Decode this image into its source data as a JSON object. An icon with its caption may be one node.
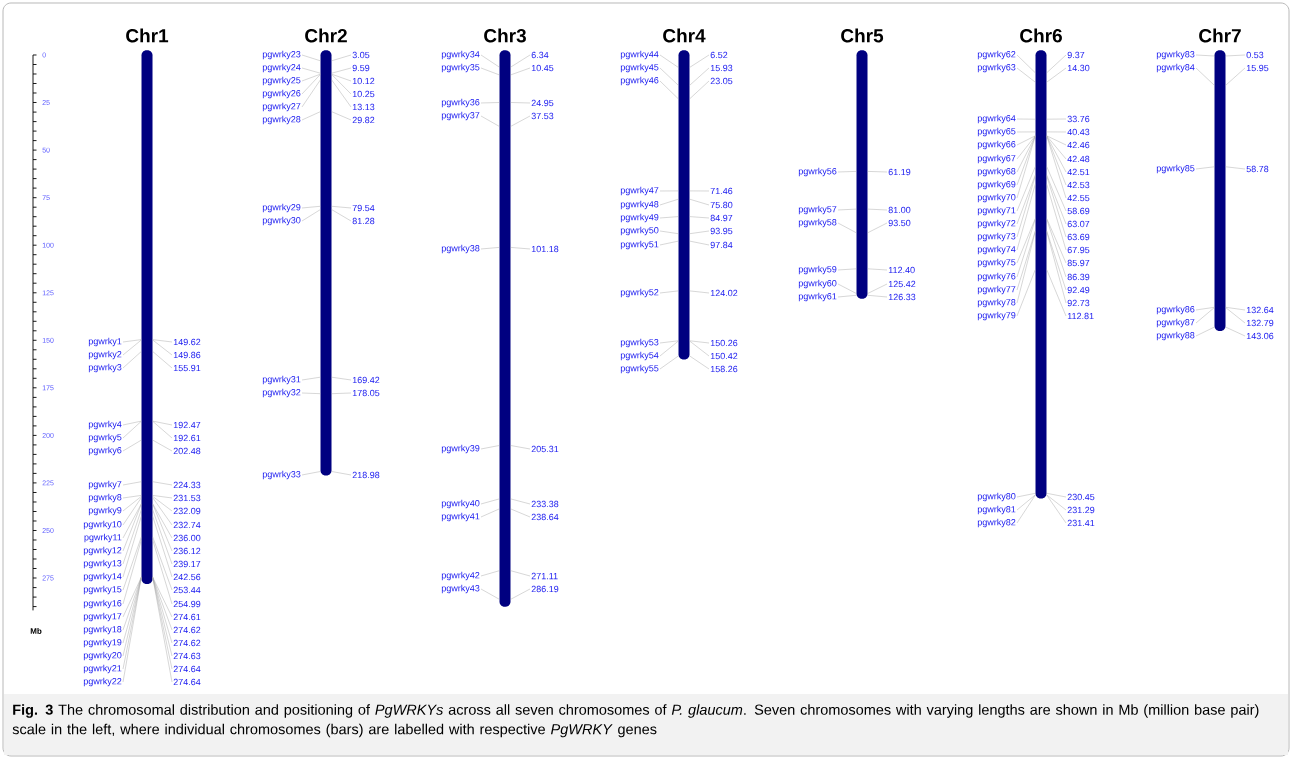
{
  "diagram": {
    "caption": "**Fig. 3** The chromosomal distribution and positioning of *PgWRKYs* across all seven chromosomes of *P. glaucum*. Seven chromosomes with varying lengths are shown in Mb (million base pair) scale in the left, where individual chromosomes (bars) are labelled with respective *PgWRKY* genes",
    "nodes": [
      {
        "text": [
          "Chr1"
        ]
      },
      {
        "text": [
          "Chr2"
        ]
      },
      {
        "text": [
          "Chr3"
        ]
      },
      {
        "text": [
          "Chr4"
        ]
      },
      {
        "text": [
          "Chr5"
        ]
      },
      {
        "text": [
          "Chr6"
        ]
      },
      {
        "text": [
          "Chr7"
        ]
      },
      {
        "text": [
          "pgwrky1"
        ]
      },
      {
        "text": [
          "149.62"
        ]
      },
      {
        "text": [
          "pgwrky2"
        ]
      },
      {
        "text": [
          "149.86"
        ]
      },
      {
        "text": [
          "pgwrky3"
        ]
      },
      {
        "text": [
          "155.91"
        ]
      },
      {
        "text": [
          "pgwrky4"
        ]
      },
      {
        "text": [
          "192.47"
        ]
      },
      {
        "text": [
          "pgwrky5"
        ]
      },
      {
        "text": [
          "192.61"
        ]
      },
      {
        "text": [
          "pgwrky6"
        ]
      },
      {
        "text": [
          "202.48"
        ]
      },
      {
        "text": [
          "pgwrky7"
        ]
      },
      {
        "text": [
          "224.33"
        ]
      },
      {
        "text": [
          "pgwrky8"
        ]
      },
      {
        "text": [
          "231.53"
        ]
      },
      {
        "text": [
          "pgwrky9"
        ]
      },
      {
        "text": [
          "232.09"
        ]
      },
      {
        "text": [
          "pgwrky10"
        ]
      },
      {
        "text": [
          "232.74"
        ]
      },
      {
        "text": [
          "pgwrky11"
        ]
      },
      {
        "text": [
          "236.00"
        ]
      },
      {
        "text": [
          "pgwrky12"
        ]
      },
      {
        "text": [
          "236.12"
        ]
      },
      {
        "text": [
          "pgwrky13"
        ]
      },
      {
        "text": [
          "239.17"
        ]
      },
      {
        "text": [
          "pgwrky14"
        ]
      },
      {
        "text": [
          "242.56"
        ]
      },
      {
        "text": [
          "pgwrky15"
        ]
      },
      {
        "text": [
          "253.44"
        ]
      },
      {
        "text": [
          "pgwrky16"
        ]
      },
      {
        "text": [
          "254.99"
        ]
      },
      {
        "text": [
          "pgwrky17"
        ]
      },
      {
        "text": [
          "274.61"
        ]
      },
      {
        "text": [
          "pgwrky18"
        ]
      },
      {
        "text": [
          "274.62"
        ]
      },
      {
        "text": [
          "pgwrky19"
        ]
      },
      {
        "text": [
          "274.62"
        ]
      },
      {
        "text": [
          "pgwrky20"
        ]
      },
      {
        "text": [
          "274.63"
        ]
      },
      {
        "text": [
          "pgwrky21"
        ]
      },
      {
        "text": [
          "274.64"
        ]
      },
      {
        "text": [
          "pgwrky22"
        ]
      },
      {
        "text": [
          "274.64"
        ]
      },
      {
        "text": [
          "pgwrky23"
        ]
      },
      {
        "text": [
          "3.05"
        ]
      },
      {
        "text": [
          "pgwrky24"
        ]
      },
      {
        "text": [
          "9.59"
        ]
      },
      {
        "text": [
          "pgwrky25"
        ]
      },
      {
        "text": [
          "10.12"
        ]
      },
      {
        "text": [
          "pgwrky26"
        ]
      },
      {
        "text": [
          "10.25"
        ]
      },
      {
        "text": [
          "pgwrky27"
        ]
      },
      {
        "text": [
          "13.13"
        ]
      },
      {
        "text": [
          "pgwrky28"
        ]
      },
      {
        "text": [
          "29.82"
        ]
      },
      {
        "text": [
          "pgwrky29"
        ]
      },
      {
        "text": [
          "79.54"
        ]
      },
      {
        "text": [
          "pgwrky30"
        ]
      },
      {
        "text": [
          "81.28"
        ]
      },
      {
        "text": [
          "pgwrky31"
        ]
      },
      {
        "text": [
          "169.42"
        ]
      },
      {
        "text": [
          "pgwrky32"
        ]
      },
      {
        "text": [
          "178.05"
        ]
      },
      {
        "text": [
          "pgwrky33"
        ]
      },
      {
        "text": [
          "218.98"
        ]
      },
      {
        "text": [
          "pgwrky34"
        ]
      },
      {
        "text": [
          "6.34"
        ]
      },
      {
        "text": [
          "pgwrky35"
        ]
      },
      {
        "text": [
          "10.45"
        ]
      },
      {
        "text": [
          "pgwrky36"
        ]
      },
      {
        "text": [
          "24.95"
        ]
      },
      {
        "text": [
          "pgwrky37"
        ]
      },
      {
        "text": [
          "37.53"
        ]
      },
      {
        "text": [
          "pgwrky38"
        ]
      },
      {
        "text": [
          "101.18"
        ]
      },
      {
        "text": [
          "pgwrky39"
        ]
      },
      {
        "text": [
          "205.31"
        ]
      },
      {
        "text": [
          "pgwrky40"
        ]
      },
      {
        "text": [
          "233.38"
        ]
      },
      {
        "text": [
          "pgwrky41"
        ]
      },
      {
        "text": [
          "238.64"
        ]
      },
      {
        "text": [
          "pgwrky42"
        ]
      },
      {
        "text": [
          "271.11"
        ]
      },
      {
        "text": [
          "pgwrky43"
        ]
      },
      {
        "text": [
          "286.19"
        ]
      },
      {
        "text": [
          "pgwrky44"
        ]
      },
      {
        "text": [
          "6.52"
        ]
      },
      {
        "text": [
          "pgwrky45"
        ]
      },
      {
        "text": [
          "15.93"
        ]
      },
      {
        "text": [
          "pgwrky46"
        ]
      },
      {
        "text": [
          "23.05"
        ]
      },
      {
        "text": [
          "pgwrky47"
        ]
      },
      {
        "text": [
          "71.46"
        ]
      },
      {
        "text": [
          "pgwrky48"
        ]
      },
      {
        "text": [
          "75.80"
        ]
      },
      {
        "text": [
          "pgwrky49"
        ]
      },
      {
        "text": [
          "84.97"
        ]
      },
      {
        "text": [
          "pgwrky50"
        ]
      },
      {
        "text": [
          "93.95"
        ]
      },
      {
        "text": [
          "pgwrky51"
        ]
      },
      {
        "text": [
          "97.84"
        ]
      },
      {
        "text": [
          "pgwrky52"
        ]
      },
      {
        "text": [
          "124.02"
        ]
      },
      {
        "text": [
          "pgwrky53"
        ]
      },
      {
        "text": [
          "150.26"
        ]
      },
      {
        "text": [
          "pgwrky54"
        ]
      },
      {
        "text": [
          "150.42"
        ]
      },
      {
        "text": [
          "pgwrky55"
        ]
      },
      {
        "text": [
          "158.26"
        ]
      },
      {
        "text": [
          "pgwrky56"
        ]
      },
      {
        "text": [
          "61.19"
        ]
      },
      {
        "text": [
          "pgwrky57"
        ]
      },
      {
        "text": [
          "81.00"
        ]
      },
      {
        "text": [
          "pgwrky58"
        ]
      },
      {
        "text": [
          "93.50"
        ]
      },
      {
        "text": [
          "pgwrky59"
        ]
      },
      {
        "text": [
          "112.40"
        ]
      },
      {
        "text": [
          "pgwrky60"
        ]
      },
      {
        "text": [
          "125.42"
        ]
      },
      {
        "text": [
          "pgwrky61"
        ]
      },
      {
        "text": [
          "126.33"
        ]
      },
      {
        "text": [
          "pgwrky62"
        ]
      },
      {
        "text": [
          "9.37"
        ]
      },
      {
        "text": [
          "pgwrky63"
        ]
      },
      {
        "text": [
          "14.30"
        ]
      },
      {
        "text": [
          "pgwrky64"
        ]
      },
      {
        "text": [
          "33.76"
        ]
      },
      {
        "text": [
          "pgwrky65"
        ]
      },
      {
        "text": [
          "40.43"
        ]
      },
      {
        "text": [
          "pgwrky66"
        ]
      },
      {
        "text": [
          "42.46"
        ]
      },
      {
        "text": [
          "pgwrky67"
        ]
      },
      {
        "text": [
          "42.48"
        ]
      },
      {
        "text": [
          "pgwrky68"
        ]
      },
      {
        "text": [
          "42.51"
        ]
      },
      {
        "text": [
          "pgwrky69"
        ]
      },
      {
        "text": [
          "42.53"
        ]
      },
      {
        "text": [
          "pgwrky70"
        ]
      },
      {
        "text": [
          "42.55"
        ]
      },
      {
        "text": [
          "pgwrky71"
        ]
      },
      {
        "text": [
          "58.69"
        ]
      },
      {
        "text": [
          "pgwrky72"
        ]
      },
      {
        "text": [
          "63.07"
        ]
      },
      {
        "text": [
          "pgwrky73"
        ]
      },
      {
        "text": [
          "63.69"
        ]
      },
      {
        "text": [
          "pgwrky74"
        ]
      },
      {
        "text": [
          "67.95"
        ]
      },
      {
        "text": [
          "pgwrky75"
        ]
      },
      {
        "text": [
          "85.97"
        ]
      },
      {
        "text": [
          "pgwrky76"
        ]
      },
      {
        "text": [
          "86.39"
        ]
      },
      {
        "text": [
          "pgwrky77"
        ]
      },
      {
        "text": [
          "92.49"
        ]
      },
      {
        "text": [
          "pgwrky78"
        ]
      },
      {
        "text": [
          "92.73"
        ]
      },
      {
        "text": [
          "pgwrky79"
        ]
      },
      {
        "text": [
          "112.81"
        ]
      },
      {
        "text": [
          "pgwrky80"
        ]
      },
      {
        "text": [
          "230.45"
        ]
      },
      {
        "text": [
          "pgwrky81"
        ]
      },
      {
        "text": [
          "231.29"
        ]
      },
      {
        "text": [
          "pgwrky82"
        ]
      },
      {
        "text": [
          "231.41"
        ]
      },
      {
        "text": [
          "pgwrky83"
        ]
      },
      {
        "text": [
          "0.53"
        ]
      },
      {
        "text": [
          "pgwrky84"
        ]
      },
      {
        "text": [
          "15.95"
        ]
      },
      {
        "text": [
          "pgwrky85"
        ]
      },
      {
        "text": [
          "58.78"
        ]
      },
      {
        "text": [
          "pgwrky86"
        ]
      },
      {
        "text": [
          "132.64"
        ]
      },
      {
        "text": [
          "pgwrky87"
        ]
      },
      {
        "text": [
          "132.79"
        ]
      },
      {
        "text": [
          "pgwrky88"
        ]
      },
      {
        "text": [
          "143.06"
        ]
      }
    ],
    "edges": [
      {
        "from": 7,
        "to": 0,
        "arrow": "none"
      },
      {
        "from": 8,
        "to": 0,
        "arrow": "none"
      },
      {
        "from": 9,
        "to": 0,
        "arrow": "none"
      },
      {
        "from": 10,
        "to": 0,
        "arrow": "none"
      },
      {
        "from": 11,
        "to": 0,
        "arrow": "none"
      },
      {
        "from": 12,
        "to": 0,
        "arrow": "none"
      },
      {
        "from": 13,
        "to": 0,
        "arrow": "none"
      },
      {
        "from": 14,
        "to": 0,
        "arrow": "none"
      },
      {
        "from": 15,
        "to": 0,
        "arrow": "none"
      },
      {
        "from": 16,
        "to": 0,
        "arrow": "none"
      },
      {
        "from": 17,
        "to": 0,
        "arrow": "none"
      },
      {
        "from": 18,
        "to": 0,
        "arrow": "none"
      },
      {
        "from": 19,
        "to": 0,
        "arrow": "none"
      },
      {
        "from": 20,
        "to": 0,
        "arrow": "none"
      },
      {
        "from": 21,
        "to": 0,
        "arrow": "none"
      },
      {
        "from": 22,
        "to": 0,
        "arrow": "none"
      },
      {
        "from": 23,
        "to": 0,
        "arrow": "none"
      },
      {
        "from": 24,
        "to": 0,
        "arrow": "none"
      },
      {
        "from": 25,
        "to": 0,
        "arrow": "none"
      },
      {
        "from": 26,
        "to": 0,
        "arrow": "none"
      },
      {
        "from": 27,
        "to": 0,
        "arrow": "none"
      },
      {
        "from": 28,
        "to": 0,
        "arrow": "none"
      },
      {
        "from": 29,
        "to": 0,
        "arrow": "none"
      },
      {
        "from": 30,
        "to": 0,
        "arrow": "none"
      },
      {
        "from": 31,
        "to": 0,
        "arrow": "none"
      },
      {
        "from": 32,
        "to": 0,
        "arrow": "none"
      },
      {
        "from": 33,
        "to": 0,
        "arrow": "none"
      },
      {
        "from": 34,
        "to": 0,
        "arrow": "none"
      },
      {
        "from": 35,
        "to": 0,
        "arrow": "none"
      },
      {
        "from": 36,
        "to": 0,
        "arrow": "none"
      },
      {
        "from": 37,
        "to": 0,
        "arrow": "none"
      },
      {
        "from": 38,
        "to": 0,
        "arrow": "none"
      },
      {
        "from": 39,
        "to": 0,
        "arrow": "none"
      },
      {
        "from": 40,
        "to": 0,
        "arrow": "none"
      },
      {
        "from": 41,
        "to": 0,
        "arrow": "none"
      },
      {
        "from": 42,
        "to": 0,
        "arrow": "none"
      },
      {
        "from": 43,
        "to": 0,
        "arrow": "none"
      },
      {
        "from": 44,
        "to": 0,
        "arrow": "none"
      },
      {
        "from": 45,
        "to": 0,
        "arrow": "none"
      },
      {
        "from": 46,
        "to": 0,
        "arrow": "none"
      },
      {
        "from": 47,
        "to": 0,
        "arrow": "none"
      },
      {
        "from": 48,
        "to": 0,
        "arrow": "none"
      },
      {
        "from": 49,
        "to": 0,
        "arrow": "none"
      },
      {
        "from": 50,
        "to": 0,
        "arrow": "none"
      },
      {
        "from": 51,
        "to": 1,
        "arrow": "none"
      },
      {
        "from": 52,
        "to": 1,
        "arrow": "none"
      },
      {
        "from": 53,
        "to": 1,
        "arrow": "none"
      },
      {
        "from": 54,
        "to": 1,
        "arrow": "none"
      },
      {
        "from": 55,
        "to": 1,
        "arrow": "none"
      },
      {
        "from": 56,
        "to": 1,
        "arrow": "none"
      },
      {
        "from": 57,
        "to": 1,
        "arrow": "none"
      },
      {
        "from": 58,
        "to": 1,
        "arrow": "none"
      },
      {
        "from": 59,
        "to": 1,
        "arrow": "none"
      },
      {
        "from": 60,
        "to": 1,
        "arrow": "none"
      },
      {
        "from": 61,
        "to": 1,
        "arrow": "none"
      },
      {
        "from": 62,
        "to": 1,
        "arrow": "none"
      },
      {
        "from": 63,
        "to": 1,
        "arrow": "none"
      },
      {
        "from": 64,
        "to": 1,
        "arrow": "none"
      },
      {
        "from": 65,
        "to": 1,
        "arrow": "none"
      },
      {
        "from": 66,
        "to": 1,
        "arrow": "none"
      },
      {
        "from": 67,
        "to": 1,
        "arrow": "none"
      },
      {
        "from": 68,
        "to": 1,
        "arrow": "none"
      },
      {
        "from": 69,
        "to": 1,
        "arrow": "none"
      },
      {
        "from": 70,
        "to": 1,
        "arrow": "none"
      },
      {
        "from": 71,
        "to": 1,
        "arrow": "none"
      },
      {
        "from": 72,
        "to": 1,
        "arrow": "none"
      },
      {
        "from": 73,
        "to": 2,
        "arrow": "none"
      },
      {
        "from": 74,
        "to": 2,
        "arrow": "none"
      },
      {
        "from": 75,
        "to": 2,
        "arrow": "none"
      },
      {
        "from": 76,
        "to": 2,
        "arrow": "none"
      },
      {
        "from": 77,
        "to": 2,
        "arrow": "none"
      },
      {
        "from": 78,
        "to": 2,
        "arrow": "none"
      },
      {
        "from": 79,
        "to": 2,
        "arrow": "none"
      },
      {
        "from": 80,
        "to": 2,
        "arrow": "none"
      },
      {
        "from": 81,
        "to": 2,
        "arrow": "none"
      },
      {
        "from": 82,
        "to": 2,
        "arrow": "none"
      },
      {
        "from": 83,
        "to": 2,
        "arrow": "none"
      },
      {
        "from": 84,
        "to": 2,
        "arrow": "none"
      },
      {
        "from": 85,
        "to": 2,
        "arrow": "none"
      },
      {
        "from": 86,
        "to": 2,
        "arrow": "none"
      },
      {
        "from": 87,
        "to": 2,
        "arrow": "none"
      },
      {
        "from": 88,
        "to": 2,
        "arrow": "none"
      },
      {
        "from": 89,
        "to": 2,
        "arrow": "none"
      },
      {
        "from": 90,
        "to": 2,
        "arrow": "none"
      },
      {
        "from": 91,
        "to": 2,
        "arrow": "none"
      },
      {
        "from": 92,
        "to": 2,
        "arrow": "none"
      },
      {
        "from": 93,
        "to": 3,
        "arrow": "none"
      },
      {
        "from": 94,
        "to": 3,
        "arrow": "none"
      },
      {
        "from": 95,
        "to": 3,
        "arrow": "none"
      },
      {
        "from": 96,
        "to": 3,
        "arrow": "none"
      },
      {
        "from": 97,
        "to": 3,
        "arrow": "none"
      },
      {
        "from": 98,
        "to": 3,
        "arrow": "none"
      },
      {
        "from": 99,
        "to": 3,
        "arrow": "none"
      },
      {
        "from": 100,
        "to": 3,
        "arrow": "none"
      },
      {
        "from": 101,
        "to": 3,
        "arrow": "none"
      },
      {
        "from": 102,
        "to": 3,
        "arrow": "none"
      },
      {
        "from": 103,
        "to": 3,
        "arrow": "none"
      },
      {
        "from": 104,
        "to": 3,
        "arrow": "none"
      },
      {
        "from": 105,
        "to": 3,
        "arrow": "none"
      },
      {
        "from": 106,
        "to": 3,
        "arrow": "none"
      },
      {
        "from": 107,
        "to": 3,
        "arrow": "none"
      },
      {
        "from": 108,
        "to": 3,
        "arrow": "none"
      },
      {
        "from": 109,
        "to": 3,
        "arrow": "none"
      },
      {
        "from": 110,
        "to": 3,
        "arrow": "none"
      },
      {
        "from": 111,
        "to": 3,
        "arrow": "none"
      },
      {
        "from": 112,
        "to": 3,
        "arrow": "none"
      },
      {
        "from": 113,
        "to": 3,
        "arrow": "none"
      },
      {
        "from": 114,
        "to": 3,
        "arrow": "none"
      },
      {
        "from": 115,
        "to": 3,
        "arrow": "none"
      },
      {
        "from": 116,
        "to": 3,
        "arrow": "none"
      },
      {
        "from": 117,
        "to": 4,
        "arrow": "none"
      },
      {
        "from": 118,
        "to": 4,
        "arrow": "none"
      },
      {
        "from": 119,
        "to": 4,
        "arrow": "none"
      },
      {
        "from": 120,
        "to": 4,
        "arrow": "none"
      },
      {
        "from": 121,
        "to": 4,
        "arrow": "none"
      },
      {
        "from": 122,
        "to": 4,
        "arrow": "none"
      },
      {
        "from": 123,
        "to": 4,
        "arrow": "none"
      },
      {
        "from": 124,
        "to": 4,
        "arrow": "none"
      },
      {
        "from": 125,
        "to": 4,
        "arrow": "none"
      },
      {
        "from": 126,
        "to": 4,
        "arrow": "none"
      },
      {
        "from": 127,
        "to": 4,
        "arrow": "none"
      },
      {
        "from": 128,
        "to": 4,
        "arrow": "none"
      },
      {
        "from": 129,
        "to": 5,
        "arrow": "none"
      },
      {
        "from": 130,
        "to": 5,
        "arrow": "none"
      },
      {
        "from": 131,
        "to": 5,
        "arrow": "none"
      },
      {
        "from": 132,
        "to": 5,
        "arrow": "none"
      },
      {
        "from": 133,
        "to": 5,
        "arrow": "none"
      },
      {
        "from": 134,
        "to": 5,
        "arrow": "none"
      },
      {
        "from": 135,
        "to": 5,
        "arrow": "none"
      },
      {
        "from": 136,
        "to": 5,
        "arrow": "none"
      },
      {
        "from": 137,
        "to": 5,
        "arrow": "none"
      },
      {
        "from": 138,
        "to": 5,
        "arrow": "none"
      },
      {
        "from": 139,
        "to": 5,
        "arrow": "none"
      },
      {
        "from": 140,
        "to": 5,
        "arrow": "none"
      },
      {
        "from": 141,
        "to": 5,
        "arrow": "none"
      },
      {
        "from": 142,
        "to": 5,
        "arrow": "none"
      },
      {
        "from": 143,
        "to": 5,
        "arrow": "none"
      },
      {
        "from": 144,
        "to": 5,
        "arrow": "none"
      },
      {
        "from": 145,
        "to": 5,
        "arrow": "none"
      },
      {
        "from": 146,
        "to": 5,
        "arrow": "none"
      },
      {
        "from": 147,
        "to": 5,
        "arrow": "none"
      },
      {
        "from": 148,
        "to": 5,
        "arrow": "none"
      },
      {
        "from": 149,
        "to": 5,
        "arrow": "none"
      },
      {
        "from": 150,
        "to": 5,
        "arrow": "none"
      },
      {
        "from": 151,
        "to": 5,
        "arrow": "none"
      },
      {
        "from": 152,
        "to": 5,
        "arrow": "none"
      },
      {
        "from": 153,
        "to": 5,
        "arrow": "none"
      },
      {
        "from": 154,
        "to": 5,
        "arrow": "none"
      },
      {
        "from": 155,
        "to": 5,
        "arrow": "none"
      },
      {
        "from": 156,
        "to": 5,
        "arrow": "none"
      },
      {
        "from": 157,
        "to": 5,
        "arrow": "none"
      },
      {
        "from": 158,
        "to": 5,
        "arrow": "none"
      },
      {
        "from": 159,
        "to": 5,
        "arrow": "none"
      },
      {
        "from": 160,
        "to": 5,
        "arrow": "none"
      },
      {
        "from": 161,
        "to": 5,
        "arrow": "none"
      },
      {
        "from": 162,
        "to": 5,
        "arrow": "none"
      },
      {
        "from": 163,
        "to": 5,
        "arrow": "none"
      },
      {
        "from": 164,
        "to": 5,
        "arrow": "none"
      },
      {
        "from": 165,
        "to": 5,
        "arrow": "none"
      },
      {
        "from": 166,
        "to": 5,
        "arrow": "none"
      },
      {
        "from": 167,
        "to": 5,
        "arrow": "none"
      },
      {
        "from": 168,
        "to": 5,
        "arrow": "none"
      },
      {
        "from": 169,
        "to": 5,
        "arrow": "none"
      },
      {
        "from": 170,
        "to": 5,
        "arrow": "none"
      },
      {
        "from": 171,
        "to": 6,
        "arrow": "none"
      },
      {
        "from": 172,
        "to": 6,
        "arrow": "none"
      },
      {
        "from": 173,
        "to": 6,
        "arrow": "none"
      },
      {
        "from": 174,
        "to": 6,
        "arrow": "none"
      },
      {
        "from": 175,
        "to": 6,
        "arrow": "none"
      },
      {
        "from": 176,
        "to": 6,
        "arrow": "none"
      },
      {
        "from": 177,
        "to": 6,
        "arrow": "none"
      },
      {
        "from": 178,
        "to": 6,
        "arrow": "none"
      },
      {
        "from": 179,
        "to": 6,
        "arrow": "none"
      },
      {
        "from": 180,
        "to": 6,
        "arrow": "none"
      },
      {
        "from": 181,
        "to": 6,
        "arrow": "none"
      },
      {
        "from": 182,
        "to": 6,
        "arrow": "none"
      }
    ],
    "labels": [
      "0",
      "25",
      "50",
      "75",
      "100",
      "125",
      "150",
      "175",
      "200",
      "225",
      "250",
      "275",
      "Mb"
    ]
  }
}
